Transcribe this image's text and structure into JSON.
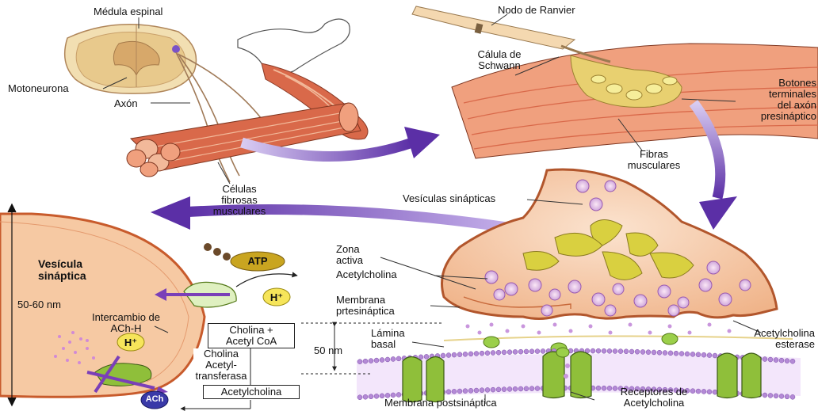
{
  "colors": {
    "muscle": "#d9694a",
    "muscle_light": "#f2b99a",
    "arrow_purple": "#6a3fb0",
    "membrane": "#c9a7e6",
    "receptor": "#8fbf3a",
    "vesicle": "#e7c1e8",
    "terminal_fill": "#f6d2b4",
    "mitochondria": "#d9d040"
  },
  "labels": {
    "medula_espinal": "Médula espinal",
    "motoneurona": "Motoneurona",
    "axon": "Axón",
    "celulas_fibrosas": [
      "Células",
      "fibrosas",
      "musculares"
    ],
    "nodo_ranvier": "Nodo de Ranvier",
    "celula_schwann": [
      "Cálula de",
      "Schwann"
    ],
    "botones_terminales": [
      "Botones",
      "terminales",
      "del axón",
      "presináptico"
    ],
    "fibras_musculares": [
      "Fibras",
      "musculares"
    ],
    "vesiculas_sinapticas": "Vesículas sinápticas",
    "zona_activa": [
      "Zona",
      "activa"
    ],
    "acetylcholina": "Acetylcholina",
    "membrana_presinaptica": [
      "Membrana",
      "prtesináptica"
    ],
    "lamina_basal": [
      "Lámina",
      "basal"
    ],
    "acetylcholina_esterase": [
      "Acetylcholina",
      "esterase"
    ],
    "nm_50": "50 nm",
    "receptores": [
      "Receptores de",
      "Acetylcholina"
    ],
    "membrana_postsinaptica": "Membrana postsináptica",
    "vesicula_sinaptica": [
      "Vesícula",
      "sináptica"
    ],
    "nm_50_60": "50-60 nm",
    "atp": "ATP",
    "h_plus_top": "H⁺",
    "h_plus_left": "H⁺",
    "intercambio": [
      "Intercambio de",
      "ACh-H"
    ],
    "ach": "ACh",
    "cholina_box": [
      "Cholina +",
      "Acetyl CoA"
    ],
    "transferasa": [
      "Cholina",
      "Acetyl-",
      "transferasa"
    ],
    "acetylcholina_box": "Acetylcholina"
  }
}
